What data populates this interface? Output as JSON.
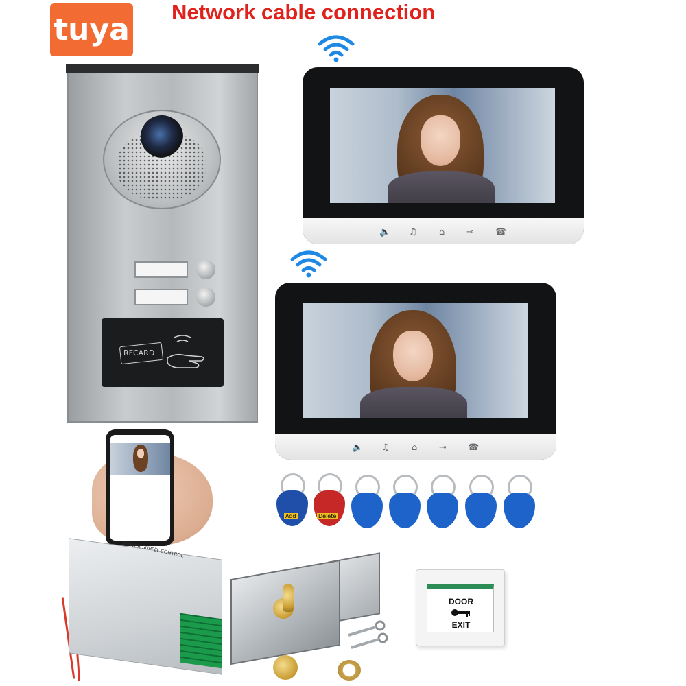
{
  "header": {
    "title": "Network cable connection",
    "logo_text": "tuya"
  },
  "outdoor_panel": {
    "rfid_label": "RFCARD",
    "call_buttons": 2
  },
  "key_fobs": {
    "count": 7,
    "tag_add": "Add",
    "tag_delete": "Delete",
    "colors": [
      "#1f4fa8",
      "#c62828",
      "#1e63c9",
      "#1e63c9",
      "#1e63c9",
      "#1e63c9",
      "#1e63c9"
    ]
  },
  "exit_button": {
    "line1": "DOOR",
    "line2": "EXIT",
    "key_glyph": "⬤━━"
  },
  "psu": {
    "label": "POWER SUPPLY CONTROL"
  },
  "colors": {
    "title": "#e0221c",
    "tuya": "#f26b32",
    "wifi": "#1e88e5",
    "exit_accent": "#2b8c55"
  },
  "icons": {
    "wifi": "wifi-icon",
    "monitor_buttons": [
      "speaker-icon",
      "music-icon",
      "home-icon",
      "key-icon",
      "hangup-icon"
    ]
  }
}
